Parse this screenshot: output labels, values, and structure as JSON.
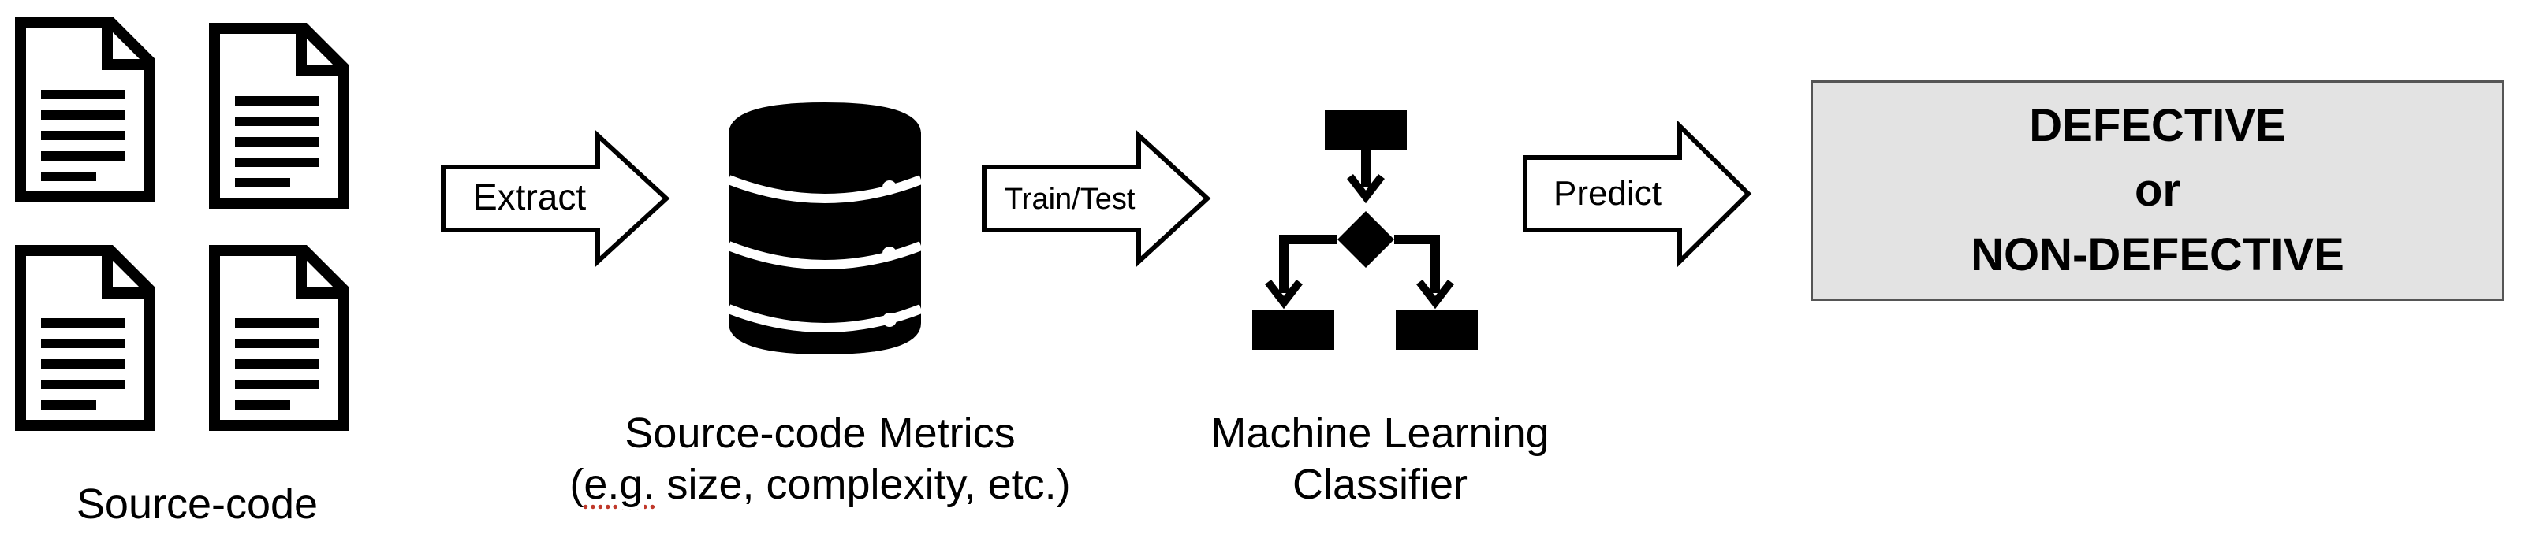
{
  "steps": {
    "source_code": {
      "label": "Source-code"
    },
    "extract_arrow": {
      "label": "Extract"
    },
    "metrics": {
      "line1": "Source-code Metrics",
      "line2_prefix": "(",
      "line2_example": "e.g.",
      "line2_rest": " size, complexity, etc.)"
    },
    "train_arrow": {
      "label": "Train/Test"
    },
    "classifier": {
      "line1": "Machine Learning",
      "line2": "Classifier"
    },
    "predict_arrow": {
      "label": "Predict"
    },
    "result": {
      "line1": "DEFECTIVE",
      "line2": "or",
      "line3": "NON-DEFECTIVE"
    }
  },
  "colors": {
    "icon": "#000000",
    "result_fill": "#e3e3e3",
    "result_border": "#555555"
  },
  "icons": [
    "document-icon",
    "document-icon",
    "document-icon",
    "document-icon",
    "database-icon",
    "flowchart-icon"
  ]
}
